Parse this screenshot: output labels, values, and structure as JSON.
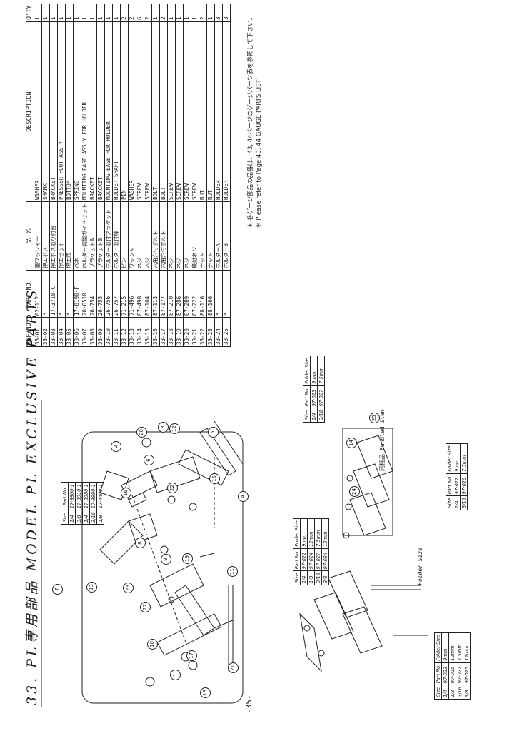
{
  "section_title": "33. PL専用部品 MODEL PL EXCLUSIVE PARTS",
  "page_number": "-35-",
  "parts_table": {
    "headers": [
      "REF.NO.",
      "PART NO.",
      "品 名",
      "DESCRIPTION",
      "Q'TY"
    ],
    "rows": [
      [
        "33-01",
        "02-112",
        "座ワッシャー",
        "WASHER",
        "1"
      ],
      [
        "33-02",
        "*",
        "押エボス",
        "SHANK",
        "1"
      ],
      [
        "33-03",
        "17-3710-C",
        "押エボス取り付台",
        "BRACKET",
        "1"
      ],
      [
        "33-04",
        "*",
        "押エセット",
        "PRESSER FOOT ASS'Y",
        "1"
      ],
      [
        "33-05",
        "*",
        "押エ底",
        "BOTTOM",
        "1"
      ],
      [
        "33-06",
        "17-8190-F",
        "バネ",
        "SPRING",
        "1"
      ],
      [
        "33-07",
        "20-6510",
        "ホルダー調整ガイドセット",
        "MOUNTING BASE ASS'Y FOR HOLDER",
        "1"
      ],
      [
        "33-08",
        "26-754",
        "ブラケットA",
        "BRACKET",
        "1"
      ],
      [
        "33-09",
        "26-755",
        "ブラケットB",
        "BRACKET",
        "1"
      ],
      [
        "33-10",
        "26-756",
        "ホルダー取付ブラケット",
        "MOUNTING BASE FOR HOLDER",
        "1"
      ],
      [
        "33-11",
        "26-757",
        "ホルダー取付棒",
        "HOLDER SHAFT",
        "1"
      ],
      [
        "33-12",
        "71-215",
        "ピン",
        "PIN",
        "2"
      ],
      [
        "33-13",
        "71-496",
        "ワッシャ",
        "WASHER",
        "2"
      ],
      [
        "33-14",
        "87-498",
        "ネジ",
        "SCREW",
        "6"
      ],
      [
        "33-15",
        "87-104",
        "ネジ",
        "SCREW",
        "2"
      ],
      [
        "33-16",
        "87-113",
        "六角穴付ボルト",
        "BOLT",
        "1"
      ],
      [
        "33-17",
        "87-177",
        "六角穴付ボルト",
        "BOLT",
        "2"
      ],
      [
        "33-18",
        "87-210",
        "ネジ",
        "SCREW",
        "1"
      ],
      [
        "33-19",
        "87-286",
        "ネジ",
        "SCREW",
        "1"
      ],
      [
        "33-20",
        "87-289",
        "ネジ",
        "SCREW",
        "1"
      ],
      [
        "33-21",
        "87-222",
        "段付ネジ",
        "SCREW",
        "1"
      ],
      [
        "33-22",
        "88-116",
        "ナット",
        "NUT",
        "2"
      ],
      [
        "33-23",
        "88-166",
        "ナット",
        "NUT",
        "1"
      ],
      [
        "33-24",
        "*",
        "ホルダーA",
        "HOLDER",
        "3"
      ],
      [
        "33-25",
        "*",
        "ホルダーB",
        "HOLDER",
        "3"
      ]
    ]
  },
  "notes": [
    "＊ 各ゲージ部品の品番は、43, 44ページのゲージパーツ表を参照して下さい。",
    "＊ Please refer to Page 43, 44 GAUGE PARTS LIST"
  ],
  "size_table_shank": {
    "headers": [
      "Size",
      "Part No."
    ],
    "rows": [
      [
        "1/4",
        "17-3900-1"
      ],
      [
        "3/8",
        "17-3910-1"
      ],
      [
        "1/4",
        "17-3980-1"
      ],
      [
        "3/16",
        "17-3990-1"
      ],
      [
        "1/8",
        "17-4400-1"
      ]
    ]
  },
  "size_table_a": {
    "headers": [
      "Size",
      "Part No.",
      "Folder Size"
    ],
    "rows": [
      [
        "1/4",
        "97-022",
        "9mm"
      ],
      [
        "1/3",
        "97-024",
        "12mm"
      ],
      [
        "3/16",
        "97-027",
        "7.5mm"
      ],
      [
        "3/8",
        "97-034",
        "12mm"
      ]
    ]
  },
  "size_table_b": {
    "headers": [
      "Size",
      "Part No.",
      "Folder Size"
    ],
    "rows": [
      [
        "1/4",
        "97-023",
        "9mm"
      ],
      [
        "3/16",
        "97-027",
        "7.5mm"
      ]
    ]
  },
  "size_table_c": {
    "headers": [
      "Size",
      "Part No.",
      "Folder Size"
    ],
    "rows": [
      [
        "1/4",
        "97-022",
        "9mm"
      ],
      [
        "3/16",
        "97-026",
        "7.5mm"
      ]
    ]
  },
  "size_table_d": {
    "headers": [
      "Size",
      "Part No.",
      "Folder Size"
    ],
    "rows": [
      [
        "1/4",
        "97-023",
        "9mm"
      ],
      [
        "1/3",
        "97-025",
        "12mm"
      ],
      [
        "3/16",
        "97-027",
        "7.5mm"
      ],
      [
        "3/8",
        "97-025",
        "12mm"
      ]
    ]
  },
  "diagram_labels": {
    "folder_size": "Folder Size",
    "bundled_item": "同梱品 Bundled item",
    "callouts": [
      "1",
      "2",
      "3",
      "4",
      "5",
      "6",
      "7",
      "8",
      "9",
      "10",
      "11",
      "12",
      "13",
      "14",
      "15",
      "16",
      "17",
      "18",
      "19",
      "20",
      "21",
      "22",
      "23",
      "24",
      "25",
      "27"
    ]
  }
}
